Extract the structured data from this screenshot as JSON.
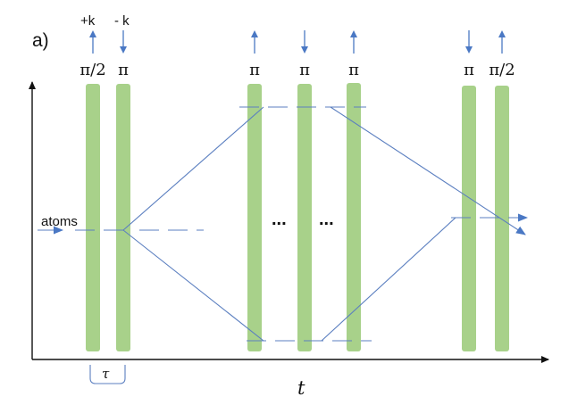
{
  "panel_label": "a)",
  "wavevector": {
    "plus": "+k",
    "minus": "- k"
  },
  "pulses": [
    {
      "label": "π/2",
      "kick": "up"
    },
    {
      "label": "π",
      "kick": "down"
    },
    {
      "label": "π",
      "kick": "up"
    },
    {
      "label": "π",
      "kick": "down"
    },
    {
      "label": "π",
      "kick": "up"
    },
    {
      "label": "π",
      "kick": "down"
    },
    {
      "label": "π/2",
      "kick": "up"
    }
  ],
  "atoms_label": "atoms",
  "ellipsis_left": "...",
  "ellipsis_right": "...",
  "axis_label_t": "t",
  "tau_label": "τ",
  "colors": {
    "pulse_fill": "#a8d18a",
    "beam_path": "#5b7fc0",
    "kick_arrow": "#4a78c4",
    "axis": "#111111"
  }
}
